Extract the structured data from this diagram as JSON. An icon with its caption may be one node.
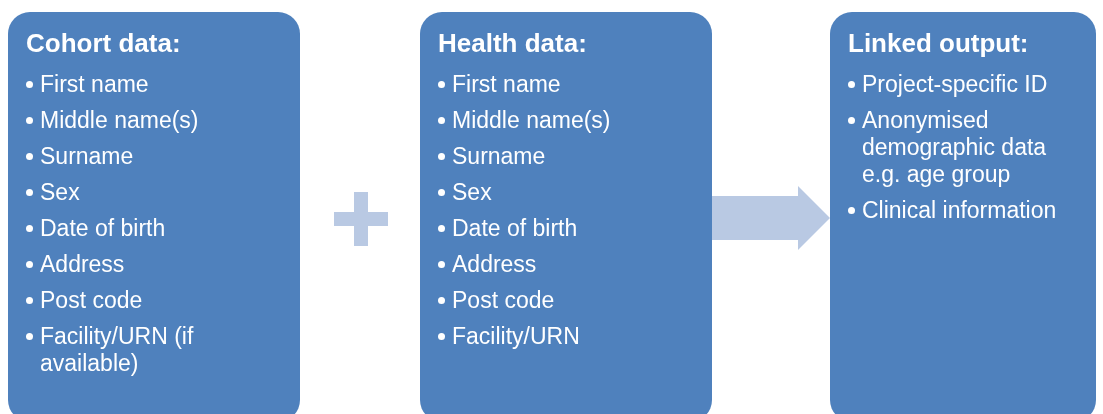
{
  "diagram": {
    "nodes": [
      {
        "text": [
          "Cohort data:",
          "First name",
          "Middle name(s)",
          "Surname",
          "Sex",
          "Date of birth",
          "Address",
          "Post code",
          "Facility/URN (if available)"
        ]
      },
      {
        "text": [
          "Health data:",
          "First name",
          "Middle name(s)",
          "Surname",
          "Sex",
          "Date of birth",
          "Address",
          "Post code",
          "Facility/URN"
        ]
      },
      {
        "text": [
          "Linked output:",
          "Project-specific ID",
          "Anonymised demographic data e.g. age group",
          "Clinical information"
        ]
      }
    ],
    "edges": [
      {
        "from": 1,
        "to": 2,
        "arrow": "to",
        "color": "#b9c9e3"
      }
    ]
  }
}
